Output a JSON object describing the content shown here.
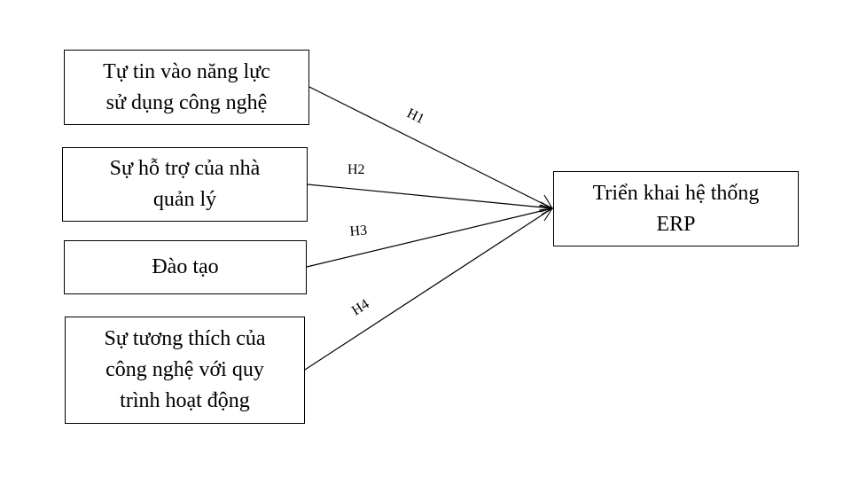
{
  "diagram": {
    "independent_variables": [
      {
        "id": "b1",
        "lines": [
          "Tự tin vào năng lực",
          "sử dụng công nghệ"
        ]
      },
      {
        "id": "b2",
        "lines": [
          "Sự hỗ trợ của nhà",
          "quản lý"
        ]
      },
      {
        "id": "b3",
        "lines": [
          "Đào tạo"
        ]
      },
      {
        "id": "b4",
        "lines": [
          "Sự tương thích của",
          "công nghệ với quy",
          "trình hoạt động"
        ]
      }
    ],
    "dependent_variable": {
      "id": "bt",
      "lines": [
        "Triển khai hệ thống",
        "ERP"
      ]
    },
    "hypotheses": [
      {
        "label": "H1",
        "from": "b1",
        "to": "bt"
      },
      {
        "label": "H2",
        "from": "b2",
        "to": "bt"
      },
      {
        "label": "H3",
        "from": "b3",
        "to": "bt"
      },
      {
        "label": "H4",
        "from": "b4",
        "to": "bt"
      }
    ]
  }
}
